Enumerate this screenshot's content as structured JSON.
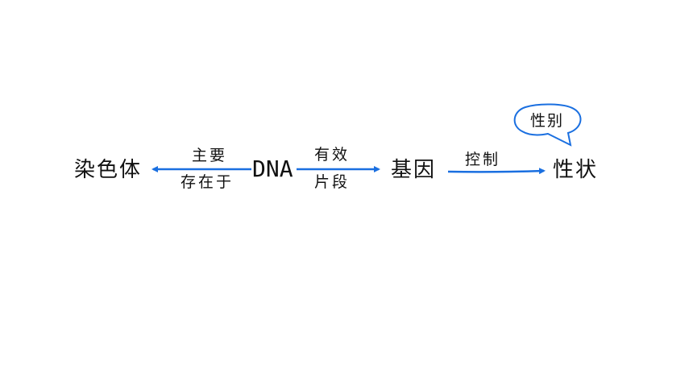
{
  "colors": {
    "arrow": "#1a6fe0",
    "text": "#111111"
  },
  "nodes": {
    "chromosome": "染色体",
    "dna": "DNA",
    "gene": "基因",
    "trait": "性状"
  },
  "edges": {
    "dna_to_chromosome": {
      "top": "主要",
      "bottom": "存在于"
    },
    "dna_to_gene": {
      "top": "有效",
      "bottom": "片段"
    },
    "gene_to_trait": {
      "top": "控制"
    }
  },
  "callout": {
    "text": "性别"
  }
}
